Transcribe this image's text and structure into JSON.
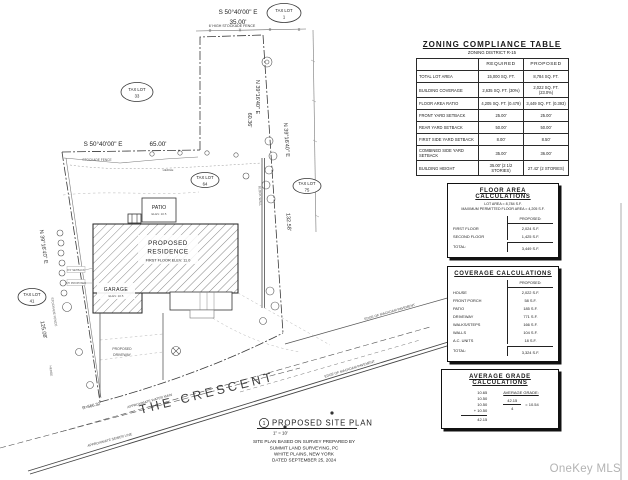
{
  "watermark": "OneKey MLS",
  "zoning_table": {
    "title": "ZONING COMPLIANCE TABLE",
    "subtitle": "ZONING DISTRICT R-15",
    "col_required": "REQUIRED",
    "col_proposed": "PROPOSED",
    "rows": [
      {
        "label": "TOTAL LOT AREA",
        "required": "15,000 SQ. FT.",
        "proposed": "8,784 SQ. FT."
      },
      {
        "label": "BUILDING COVERAGE",
        "required": "2,635 SQ. FT. (30%)",
        "proposed": "2,022 SQ. FT. (23.0%)"
      },
      {
        "label": "FLOOR AREA RATIO",
        "required": "4,205 SQ. FT. (0.479)",
        "proposed": "3,449 SQ. FT. (0.393)"
      },
      {
        "label": "FRONT YARD SETBACK",
        "required": "25.00'",
        "proposed": "25.00'"
      },
      {
        "label": "REAR YARD SETBACK",
        "required": "50.00'",
        "proposed": "50.00'"
      },
      {
        "label": "FIRST SIDE YARD SETBACK",
        "required": "8.00'",
        "proposed": "8.50'"
      },
      {
        "label": "COMBINED SIDE YARD SETBACK",
        "required": "35.00'",
        "proposed": "36.00'"
      },
      {
        "label": "BUILDING HEIGHT",
        "required": "35.00' (2 1/2 STORIES)",
        "proposed": "27.42' (2 STORIES)"
      }
    ]
  },
  "floor_area": {
    "title": "FLOOR AREA CALCULATIONS",
    "line1": "LOT AREA = 8,784 S.F.",
    "line2": "MAXIMUM PERMITTED FLOOR AREA = 4,205 S.F.",
    "col_proposed": "PROPOSED:",
    "rows": [
      {
        "label": "FIRST FLOOR",
        "value": "2,024 S.F."
      },
      {
        "label": "SECOND FLOOR",
        "value": "1,425 S.F."
      }
    ],
    "total_label": "TOTAL:",
    "total_value": "3,449 S.F."
  },
  "coverage": {
    "title": "COVERAGE CALCULATIONS",
    "col_proposed": "PROPOSED:",
    "rows": [
      {
        "label": "HOUSE",
        "value": "2,022 S.F."
      },
      {
        "label": "FRONT PORCH",
        "value": "58 S.F."
      },
      {
        "label": "PATIO",
        "value": "185 S.F."
      },
      {
        "label": "DRIVEWAY",
        "value": "771 S.F."
      },
      {
        "label": "WALKS/STEPS",
        "value": "166 S.F."
      },
      {
        "label": "WALLS",
        "value": "104 S.F."
      },
      {
        "label": "A.C. UNITS",
        "value": "18 S.F."
      }
    ],
    "total_label": "TOTAL:",
    "total_value": "3,324 S.F."
  },
  "grade": {
    "title": "AVERAGE GRADE CALCULATIONS",
    "addends": [
      "10.65",
      "10.50",
      "10.50",
      "+ 10.50"
    ],
    "sum": "42.15",
    "avg_label": "AVERAGE GRADE:",
    "numerator": "42.15",
    "denominator": "4",
    "result": "= 10.54"
  },
  "plan": {
    "bearing_top": "S 50°40'00\" E",
    "dim_top": "35.00'",
    "fence_top": "6' HIGH STOCKADE FENCE",
    "bearing_right_upper": "N 39°16'40\" E",
    "dim_right_upper": "60.36'",
    "bearing_left_upper": "S 50°40'00\" E",
    "dim_left_upper": "65.00'",
    "stockade_fence": "STOCKADE FENCE",
    "hedge": "HEDGE",
    "block_wall": "BLOCK WALL",
    "bearing_right": "N 39°16'40\" E",
    "dim_right": "132.58'",
    "bearing_left": "N 39°16'40\" E",
    "dim_left": "125.08'",
    "tax_lot_label": "TAX LOT",
    "tax_lots": {
      "lot1": "1",
      "lot33": "33",
      "lot41": "41",
      "lot64": "64",
      "lot75": "75"
    },
    "patio_line1": "PATIO",
    "patio_line2": "ELEV. 10.5",
    "residence_line1": "PROPOSED",
    "residence_line2": "RESIDENCE",
    "residence_line3": "FIRST FLOOR ELEV. 11.0",
    "garage_line1": "GARAGE",
    "garage_line2": "ELEV. 10.5",
    "driveway_line1": "PROPOSED",
    "driveway_line2": "DRIVEWAY",
    "setback_note1": "8.5' SETBACK",
    "setback_note2": "8.5' PROPOSED",
    "radius": "R=566.32'",
    "water_main": "APPROXIMATE WATER MAIN",
    "sewer_line": "APPROXIMATE SEWER LINE",
    "edge_pavement": "EDGE OF MACADAM PAVEMENT",
    "street": "THE CRESCENT"
  },
  "titleblock": {
    "number": "1",
    "title": "PROPOSED SITE PLAN",
    "scale": "1\" = 10'",
    "notes": [
      "SITE PLAN BASED ON SURVEY PREPARED BY",
      "SUMMIT LAND SURVEYING, PC",
      "WHITE PLAINS, NEW YORK",
      "DATED SEPTEMBER 25, 2024"
    ]
  }
}
